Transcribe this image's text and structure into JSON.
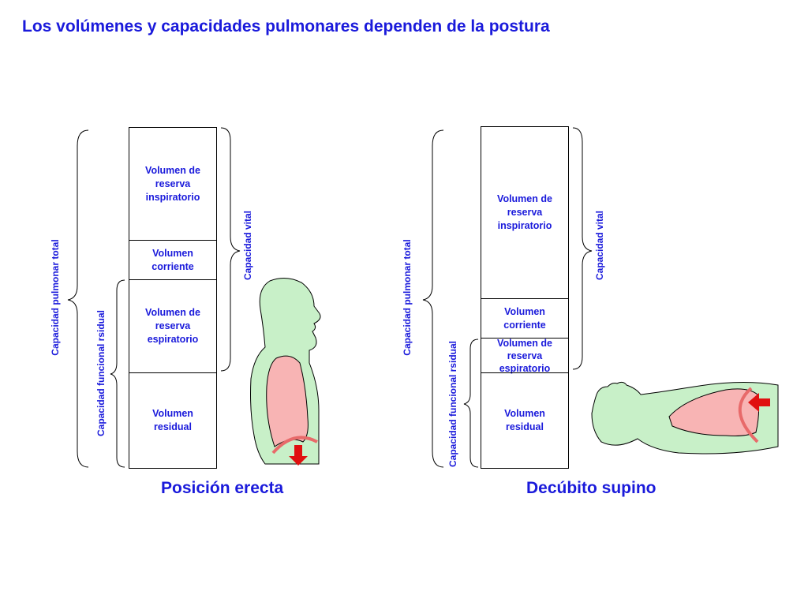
{
  "title": "Los volúmenes y capacidades pulmonares dependen de la postura",
  "colors": {
    "text": "#1a1adb",
    "body": "#c8f0c8",
    "lung": "#f8b4b4",
    "arrow": "#e01010",
    "diaphragm": "#e86a6a"
  },
  "panels": [
    {
      "caption": "Posición erecta",
      "segments": [
        {
          "label": "Volumen de reserva inspiratorio"
        },
        {
          "label": "Volumen corriente"
        },
        {
          "label": "Volumen de reserva espiratorio"
        },
        {
          "label": "Volumen residual"
        }
      ],
      "brackets": {
        "total": "Capacidad pulmonar total",
        "frc": "Capacidad funcional rsidual",
        "vital": "Capacidad vital"
      }
    },
    {
      "caption": "Decúbito supino",
      "segments": [
        {
          "label": "Volumen de reserva inspiratorio"
        },
        {
          "label": "Volumen corriente"
        },
        {
          "label": "Volumen de reserva espiratorio"
        },
        {
          "label": "Volumen residual"
        }
      ],
      "brackets": {
        "total": "Capacidad pulmonar total",
        "frc": "Capacidad funcional rsidual",
        "vital": "Capacidad vital"
      }
    }
  ]
}
